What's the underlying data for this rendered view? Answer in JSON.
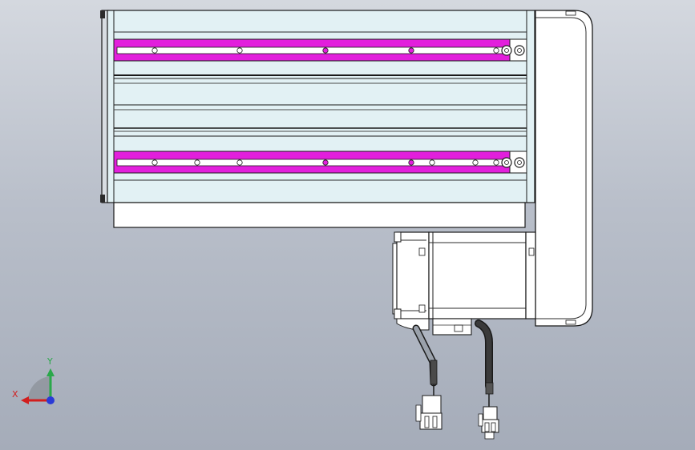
{
  "view": {
    "background_top": "#d4d8df",
    "background_bottom": "#a5acb9"
  },
  "colors": {
    "body_fill": "#e2f1f4",
    "rail_fill": "#ffffff",
    "slot_magenta": "#e21fdc",
    "outline": "#1a1a1a",
    "cover_fill": "#ffffff",
    "motor_fill": "#ffffff",
    "cable_dark": "#2e2e2e",
    "axis_x": "#d21e1e",
    "axis_y": "#2aa84a",
    "axis_z": "#2a3ad6"
  },
  "axis_triad": {
    "x_label": "X",
    "y_label": "Y",
    "icon": "coordinate-triad-icon"
  },
  "parts": {
    "actuator_body": "linear-actuator-body",
    "end_cover": "end-cover",
    "motor": "servo-motor",
    "connectors": [
      "power-connector",
      "encoder-connector"
    ]
  }
}
